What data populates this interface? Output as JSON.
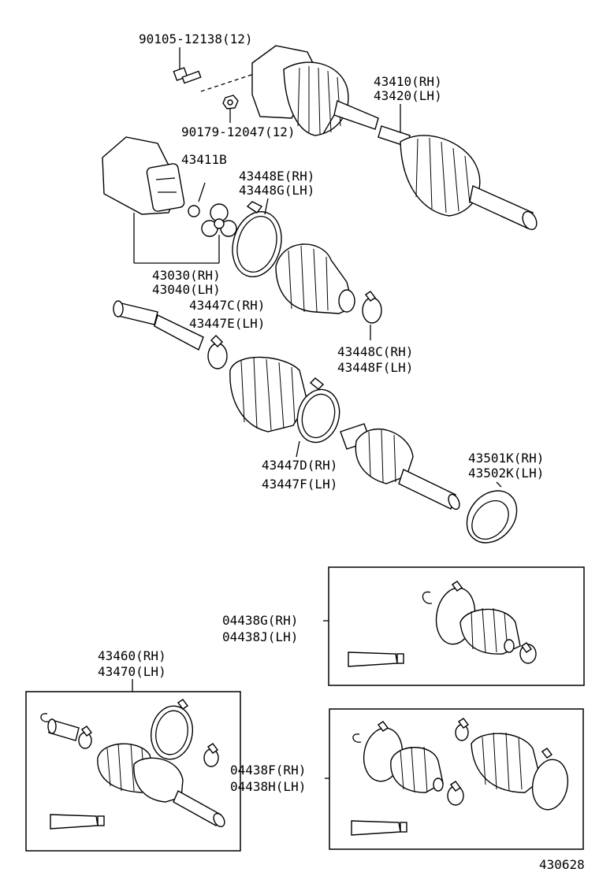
{
  "parts": {
    "bolt": "90105-12138(12)",
    "nut": "90179-12047(12)",
    "shaft_rh": "43410(RH)",
    "shaft_lh": "43420(LH)",
    "pin": "43411B",
    "clamp_e": "43448E(RH)",
    "clamp_g": "43448G(LH)",
    "tulip_rh": "43030(RH)",
    "tulip_lh": "43040(LH)",
    "clamp_c": "43447C(RH)",
    "clamp_e2": "43447E(LH)",
    "clamp_c2": "43448C(RH)",
    "clamp_f": "43448F(LH)",
    "boot_d": "43447D(RH)",
    "boot_f": "43447F(LH)",
    "dust_rh": "43501K(RH)",
    "dust_lh": "43502K(LH)",
    "kit_g": "04438G(RH)",
    "kit_j": "04438J(LH)",
    "outer_rh": "43460(RH)",
    "outer_lh": "43470(LH)",
    "kit_f": "04438F(RH)",
    "kit_h": "04438H(LH)"
  },
  "diagram_code": "430628"
}
